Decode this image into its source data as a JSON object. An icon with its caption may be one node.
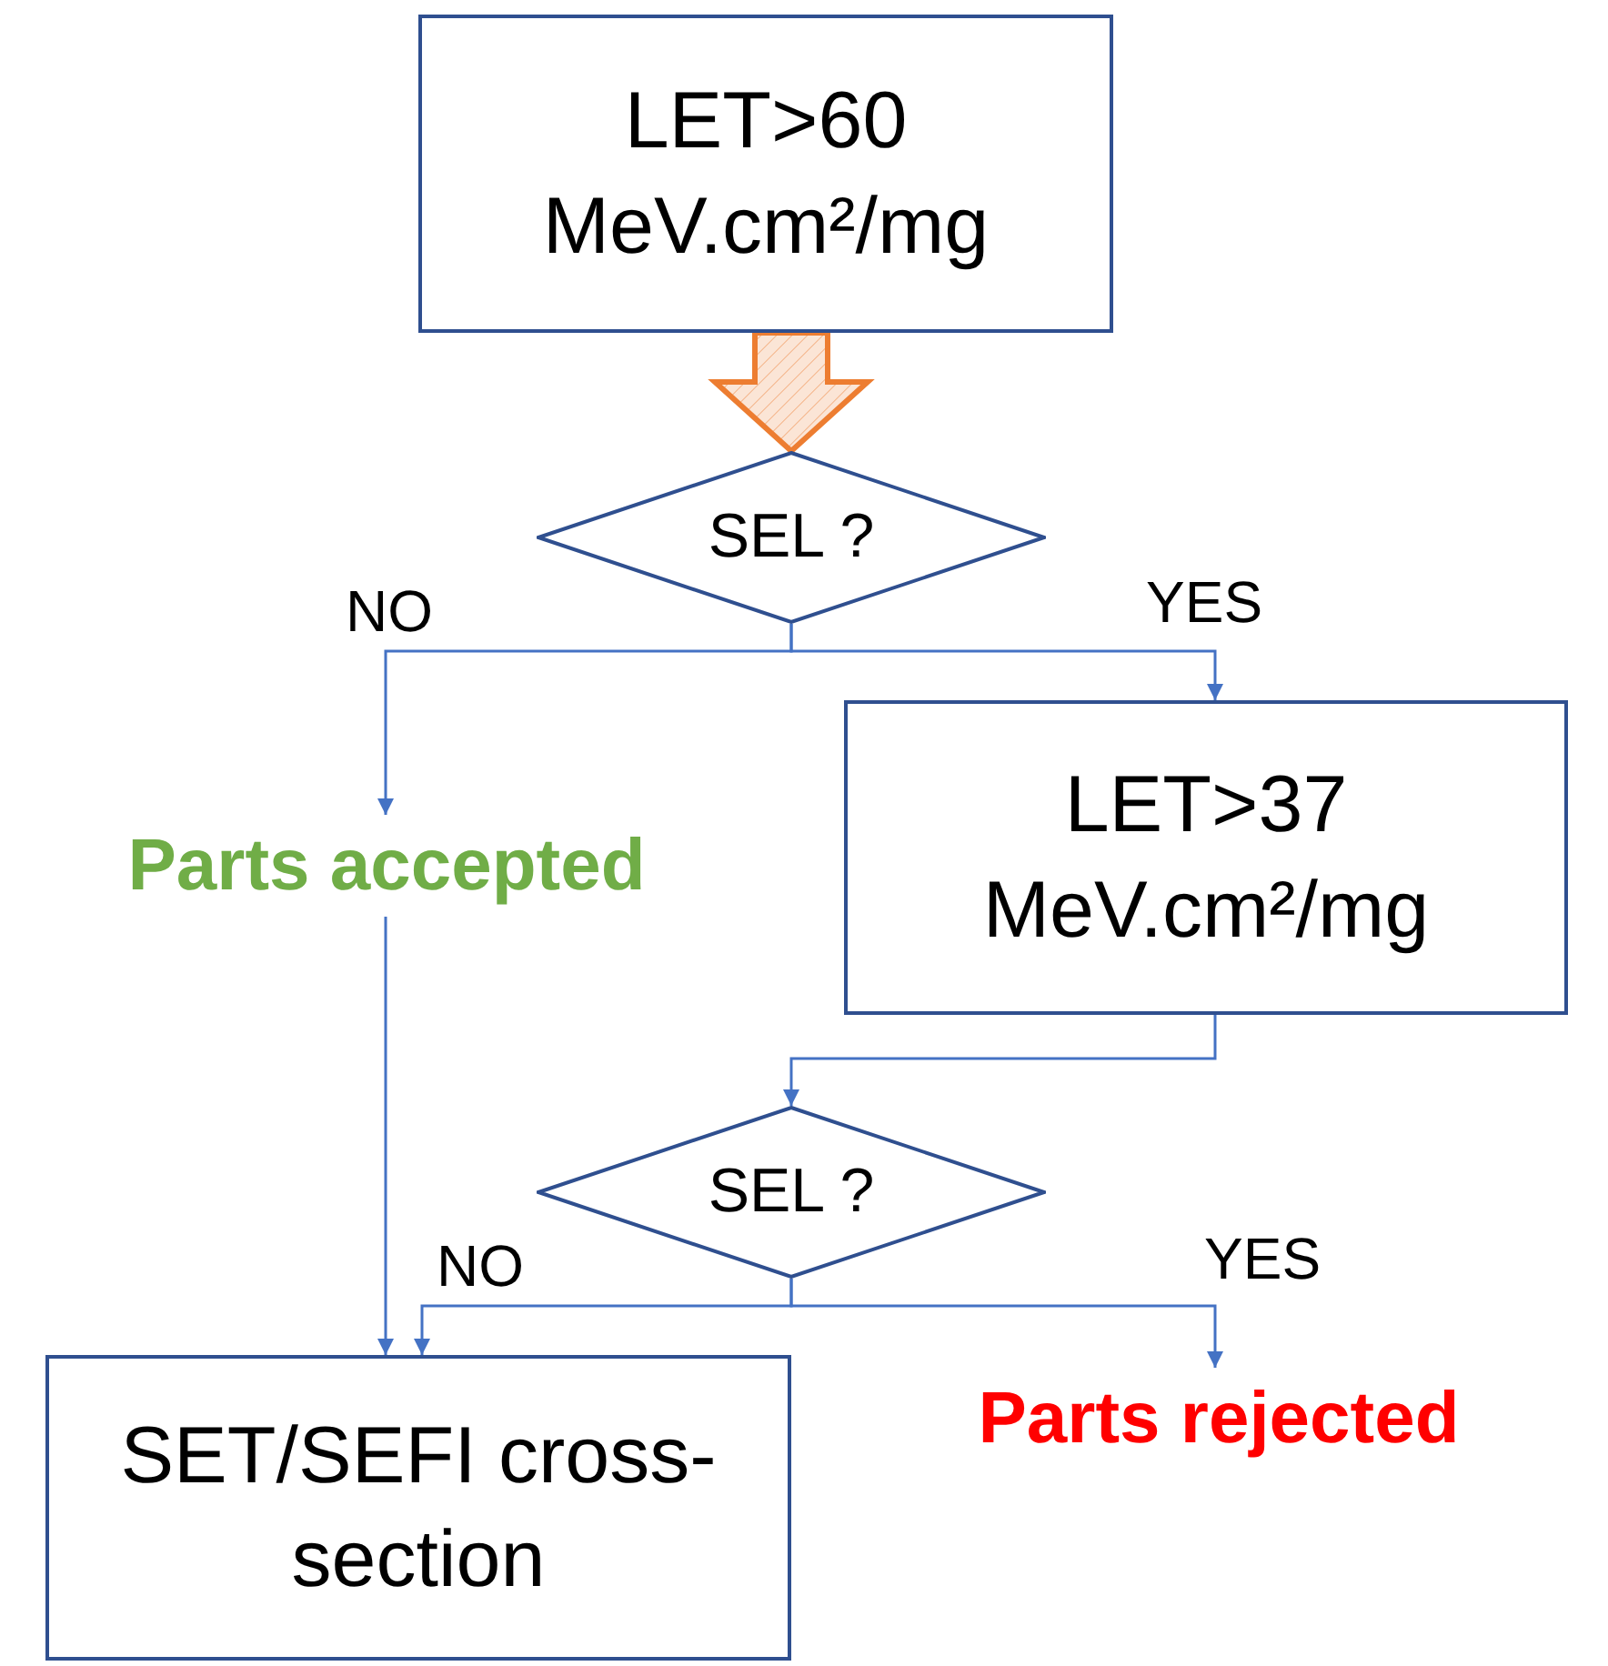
{
  "diagram": {
    "nodes": [
      {
        "text": [
          "LET>60 MeV.cm²/mg"
        ]
      },
      {
        "text": [
          "SEL ?"
        ]
      },
      {
        "text": [
          "Parts accepted"
        ]
      },
      {
        "text": [
          "LET>37 MeV.cm²/mg"
        ]
      },
      {
        "text": [
          "SEL ?"
        ]
      },
      {
        "text": [
          "SET/SEFI cross-section"
        ]
      },
      {
        "text": [
          "Parts rejected"
        ]
      }
    ],
    "edges": [
      {
        "from": 0,
        "to": 1,
        "arrow": "to",
        "style": "thick",
        "color": "#ed7d31"
      },
      {
        "from": 1,
        "to": 2,
        "arrow": "to",
        "label": "NO"
      },
      {
        "from": 1,
        "to": 3,
        "arrow": "to",
        "label": "YES"
      },
      {
        "from": 2,
        "to": 5,
        "arrow": "to"
      },
      {
        "from": 3,
        "to": 4,
        "arrow": "to"
      },
      {
        "from": 4,
        "to": 5,
        "arrow": "to",
        "label": "NO"
      },
      {
        "from": 4,
        "to": 6,
        "arrow": "to",
        "label": "YES"
      }
    ]
  }
}
